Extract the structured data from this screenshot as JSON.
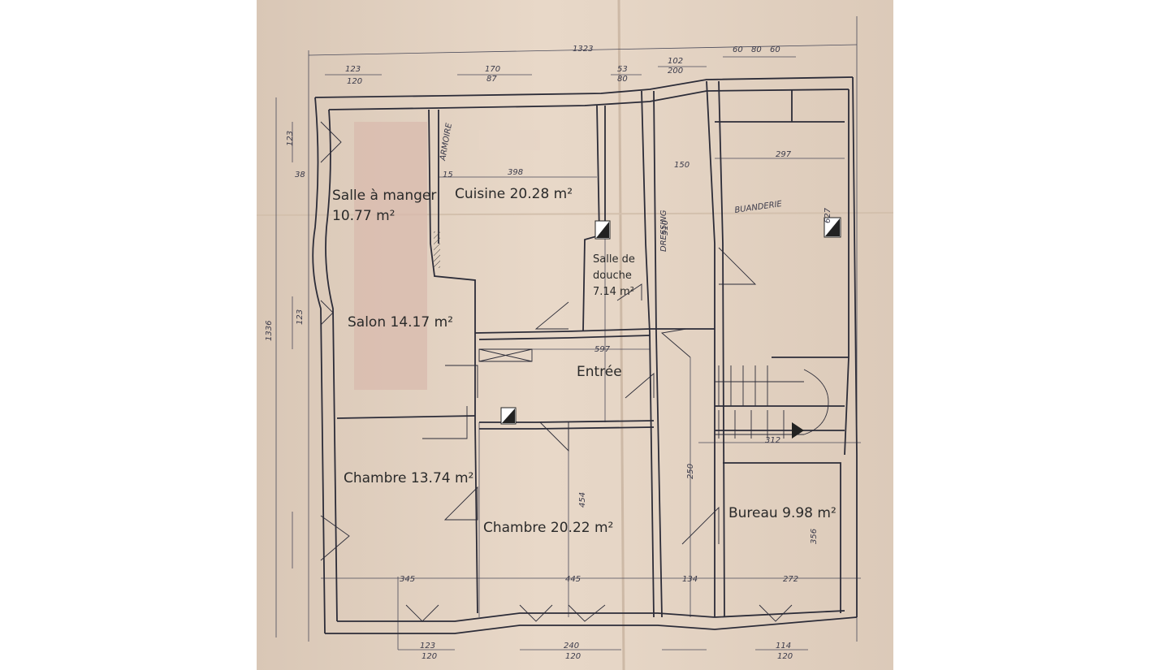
{
  "plan": {
    "overall_width": "1323",
    "overall_height": "1336",
    "rooms": [
      {
        "id": "salle-a-manger",
        "name": "Salle à manger",
        "area": "10.77 m²"
      },
      {
        "id": "cuisine",
        "name": "Cuisine",
        "area": "20.28 m²"
      },
      {
        "id": "salle-de-douche",
        "name_line1": "Salle de",
        "name_line2": "douche",
        "area": "7.14 m²"
      },
      {
        "id": "salon",
        "name": "Salon",
        "area": "14.17 m²"
      },
      {
        "id": "entree",
        "name": "Entrée"
      },
      {
        "id": "chambre-1",
        "name": "Chambre",
        "area": "13.74 m²"
      },
      {
        "id": "chambre-2",
        "name": "Chambre",
        "area": "20.22 m²"
      },
      {
        "id": "bureau",
        "name": "Bureau",
        "area": "9.98 m²"
      }
    ],
    "handwritten": {
      "buanderie": "BUANDERIE",
      "armoire": "ARMOIRE",
      "dressing": "DRESSING"
    },
    "dimensions": {
      "top_window_1": "123",
      "top_window_1b": "120",
      "top_window_2": "170",
      "top_window_2b": "87",
      "top_window_3": "53",
      "top_window_3b": "80",
      "top_seg_1": "102",
      "top_seg_2": "200",
      "top_small": [
        "60",
        "80",
        "60"
      ],
      "kitchen_width": "398",
      "corridor_width": "150",
      "laundry_width": "297",
      "entree_width": "597",
      "bottom_1": "345",
      "bottom_2": "445",
      "bottom_3": "134",
      "bottom_4": "272",
      "stair_width": "312",
      "bottom_win_1": "123",
      "bottom_win_1b": "120",
      "bottom_win_2": "240",
      "bottom_win_2b": "120",
      "bottom_win_3": "114",
      "bottom_win_3b": "120",
      "left_1": "123",
      "left_2": "123",
      "vert_1": "510",
      "vert_2": "250",
      "vert_3": "356",
      "vert_4": "454",
      "vert_5": "627",
      "thickness": "15",
      "thickness_2": "38"
    }
  }
}
